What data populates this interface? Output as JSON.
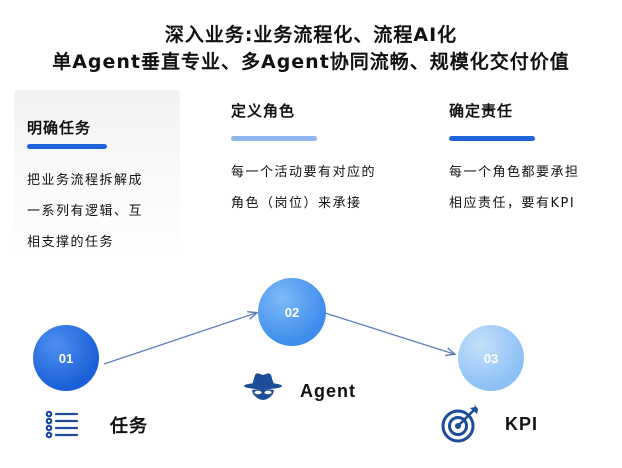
{
  "title": {
    "line1": "深入业务:业务流程化、流程AI化",
    "line2": "单Agent垂直专业、多Agent协同流畅、规模化交付价值"
  },
  "columns": [
    {
      "heading": "明确任务",
      "description": "把业务流程拆解成\n一系列有逻辑、互\n相支撑的任务"
    },
    {
      "heading": "定义角色",
      "description": "每一个活动要有对应的\n角色（岗位）来承接"
    },
    {
      "heading": "确定责任",
      "description": "每一个角色都要承担\n相应责任，要有KPI"
    }
  ],
  "steps": [
    {
      "number": "01",
      "label": "任务",
      "icon": "list-icon"
    },
    {
      "number": "02",
      "label": "Agent",
      "icon": "spy-agent-icon"
    },
    {
      "number": "03",
      "label": "KPI",
      "icon": "target-icon"
    }
  ],
  "colors": {
    "bar1": "#1e63d8",
    "bar2": "#8fb4ee",
    "bar3": "#1e63d8",
    "circle1": "#1a63e0",
    "circle2": "#4a97f0",
    "circle3": "#9ccaf8",
    "icon": "#1d4c99",
    "arrow": "#5f7fb8"
  }
}
